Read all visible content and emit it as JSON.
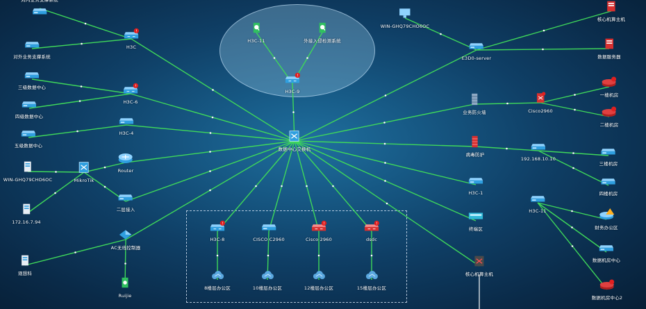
{
  "colors": {
    "link": "#3fd85a",
    "background": "#0f3f66",
    "switch_blue": "#2f9fe0",
    "router_red": "#d83030",
    "server_white": "#e8eef5"
  },
  "top_title": "",
  "nodes": [
    {
      "id": "ext1",
      "label": "对内业务支撑系统",
      "icon": "switch"
    },
    {
      "id": "ext2",
      "label": "对外业务支撑系统",
      "icon": "switch"
    },
    {
      "id": "h3c_top",
      "label": "H3C",
      "icon": "switch-alert"
    },
    {
      "id": "dc3",
      "label": "三级数据中心",
      "icon": "switch"
    },
    {
      "id": "dc4",
      "label": "四级数据中心",
      "icon": "switch"
    },
    {
      "id": "h3c6",
      "label": "H3C-6",
      "icon": "switch-alert"
    },
    {
      "id": "h3c4",
      "label": "H3C-4",
      "icon": "switch"
    },
    {
      "id": "dc5",
      "label": "五级数据中心",
      "icon": "switch"
    },
    {
      "id": "win_left",
      "label": "WIN-GHQ79CHO6OC",
      "icon": "server"
    },
    {
      "id": "mikrotik",
      "label": "MikroTik",
      "icon": "core"
    },
    {
      "id": "router",
      "label": "Router",
      "icon": "router-round"
    },
    {
      "id": "l2",
      "label": "二层接入",
      "icon": "switch"
    },
    {
      "id": "ip1",
      "label": "172.16.7.94",
      "icon": "server"
    },
    {
      "id": "ac",
      "label": "AC无线控制器",
      "icon": "ap"
    },
    {
      "id": "ruijie",
      "label": "Ruijie",
      "icon": "ap-green"
    },
    {
      "id": "ups",
      "label": "观想科",
      "icon": "server"
    },
    {
      "id": "h3c11",
      "label": "H3C-11",
      "icon": "green-a"
    },
    {
      "id": "ids",
      "label": "外接入侵检测系统",
      "icon": "green-a"
    },
    {
      "id": "h3c9",
      "label": "H3C-9",
      "icon": "switch-alert"
    },
    {
      "id": "core",
      "label": "数据中心交换机",
      "icon": "core"
    },
    {
      "id": "h3c8",
      "label": "H3C-8",
      "icon": "switch-alert"
    },
    {
      "id": "cisco2960a",
      "label": "CISCO C2960",
      "icon": "switch"
    },
    {
      "id": "cisco2960b",
      "label": "Cisco 2960",
      "icon": "switch-red"
    },
    {
      "id": "dsc",
      "label": "dsdc",
      "icon": "switch-red"
    },
    {
      "id": "f8",
      "label": "8楼层办公区",
      "icon": "cloud"
    },
    {
      "id": "f10",
      "label": "10楼层办公区",
      "icon": "cloud"
    },
    {
      "id": "f12",
      "label": "12楼层办公区",
      "icon": "cloud"
    },
    {
      "id": "f15",
      "label": "15楼层办公区",
      "icon": "cloud"
    },
    {
      "id": "win_top",
      "label": "WIN-GHQ79CHO6OC",
      "icon": "pc"
    },
    {
      "id": "e3",
      "label": "E3D0-server",
      "icon": "switch"
    },
    {
      "id": "fw",
      "label": "业务防火墙",
      "icon": "firewall"
    },
    {
      "id": "cisco2960r",
      "label": "Cisco2960",
      "icon": "router-red"
    },
    {
      "id": "core_host",
      "label": "核心机算主机",
      "icon": "server-red"
    },
    {
      "id": "db",
      "label": "数据服务器",
      "icon": "server-red"
    },
    {
      "id": "l1",
      "label": "一楼机房",
      "icon": "router-red-flat"
    },
    {
      "id": "l2f",
      "label": "二楼机房",
      "icon": "router-red-flat"
    },
    {
      "id": "sec",
      "label": "病毒防护",
      "icon": "firewall-red"
    },
    {
      "id": "ip2",
      "label": "192.168.10.10",
      "icon": "switch"
    },
    {
      "id": "l3",
      "label": "三楼机房",
      "icon": "switch"
    },
    {
      "id": "l4",
      "label": "四楼机房",
      "icon": "switch"
    },
    {
      "id": "h3c1",
      "label": "H3C-1",
      "icon": "switch"
    },
    {
      "id": "term",
      "label": "终端区",
      "icon": "server-teal"
    },
    {
      "id": "h3c11r",
      "label": "H3C-11",
      "icon": "switch"
    },
    {
      "id": "fin",
      "label": "财务办公区",
      "icon": "router-warn"
    },
    {
      "id": "dca",
      "label": "数据机房中心",
      "icon": "switch"
    },
    {
      "id": "core_host2",
      "label": "核心机算主机",
      "icon": "core-dark"
    },
    {
      "id": "dcb",
      "label": "数据机房中心2",
      "icon": "router-red-flat"
    }
  ]
}
